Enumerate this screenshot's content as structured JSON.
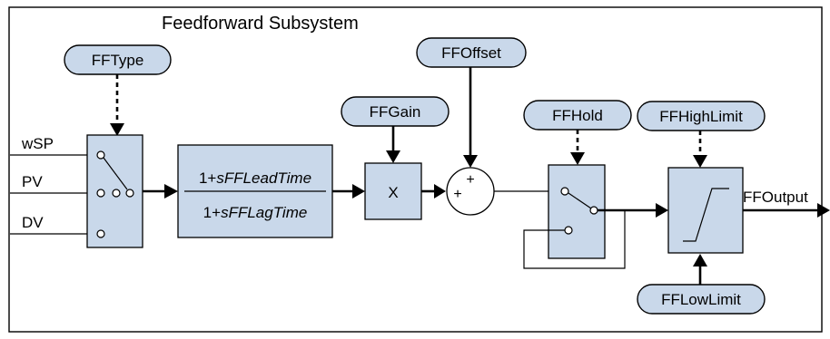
{
  "title": "Feedforward Subsystem",
  "parameters": {
    "ff_type": "FFType",
    "ff_offset": "FFOffset",
    "ff_gain": "FFGain",
    "ff_hold": "FFHold",
    "ff_high_limit": "FFHighLimit",
    "ff_low_limit": "FFLowLimit"
  },
  "inputs": {
    "wsp": "wSP",
    "pv": "PV",
    "dv": "DV"
  },
  "output": "FFOutput",
  "lead_lag": {
    "numerator_prefix": "1+",
    "numerator_var": "sFFLeadTime",
    "denominator_prefix": "1+",
    "denominator_var": "sFFLagTime"
  },
  "multiplier_symbol": "X",
  "summer_signs": {
    "top": "+",
    "left": "+"
  }
}
